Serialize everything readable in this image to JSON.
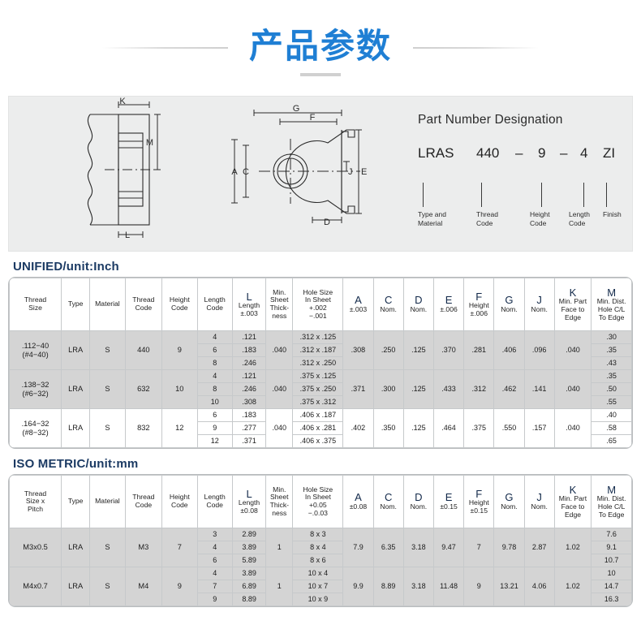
{
  "header": {
    "title": "产品参数"
  },
  "diagram": {
    "side_view_labels": [
      "K",
      "M",
      "L"
    ],
    "top_view_labels": [
      "G",
      "F",
      "A",
      "C",
      "D",
      "E",
      "J"
    ],
    "part_number": {
      "title": "Part Number Designation",
      "segments": [
        {
          "text": "LRAS",
          "label": "Type and\nMaterial"
        },
        {
          "text": "440",
          "label": "Thread\nCode"
        },
        {
          "text": "–",
          "label": ""
        },
        {
          "text": "9",
          "label": "Height\nCode"
        },
        {
          "text": "–",
          "label": ""
        },
        {
          "text": "4",
          "label": "Length\nCode"
        },
        {
          "text": "ZI",
          "label": "Finish"
        }
      ],
      "label_type_material_1": "Type and",
      "label_type_material_2": "Material",
      "label_thread_1": "Thread",
      "label_thread_2": "Code",
      "label_height_1": "Height",
      "label_height_2": "Code",
      "label_length_1": "Length",
      "label_length_2": "Code",
      "label_finish": "Finish"
    }
  },
  "unified": {
    "section_title": "UNIFIED/unit:Inch",
    "headers": {
      "thread_size_1": "Thread",
      "thread_size_2": "Size",
      "type": "Type",
      "material": "Material",
      "thread_code_1": "Thread",
      "thread_code_2": "Code",
      "height_code_1": "Height",
      "height_code_2": "Code",
      "length_code_1": "Length",
      "length_code_2": "Code",
      "L_letter": "L",
      "L_line1": "Length",
      "L_line2": "±.003",
      "minsheet_1": "Min.",
      "minsheet_2": "Sheet",
      "minsheet_3": "Thick-",
      "minsheet_4": "ness",
      "hole_1": "Hole Size",
      "hole_2": "In Sheet",
      "hole_3": "+.002",
      "hole_4": "−.001",
      "A_letter": "A",
      "A_sub": "±.003",
      "C_letter": "C",
      "C_sub": "Nom.",
      "D_letter": "D",
      "D_sub": "Nom.",
      "E_letter": "E",
      "E_sub": "±.006",
      "F_letter": "F",
      "F_sub1": "Height",
      "F_sub2": "±.006",
      "G_letter": "G",
      "G_sub": "Nom.",
      "J_letter": "J",
      "J_sub": "Nom.",
      "K_letter": "K",
      "K_sub1": "Min. Part",
      "K_sub2": "Face to",
      "K_sub3": "Edge",
      "M_letter": "M",
      "M_sub1": "Min. Dist.",
      "M_sub2": "Hole C/L",
      "M_sub3": "To Edge"
    },
    "groups": [
      {
        "thread_size_1": ".112−40",
        "thread_size_2": "(#4−40)",
        "type": "LRA",
        "material": "S",
        "thread_code": "440",
        "height_code": "9",
        "min_sheet": ".040",
        "A": ".308",
        "C": ".250",
        "D": ".125",
        "E": ".370",
        "F": ".281",
        "G": ".406",
        "J": ".096",
        "K": ".040",
        "shaded": true,
        "rows": [
          {
            "length_code": "4",
            "L": ".121",
            "hole": ".312 x .125",
            "M": ".30"
          },
          {
            "length_code": "6",
            "L": ".183",
            "hole": ".312 x .187",
            "M": ".35"
          },
          {
            "length_code": "8",
            "L": ".246",
            "hole": ".312 x .250",
            "M": ".43"
          }
        ]
      },
      {
        "thread_size_1": ".138−32",
        "thread_size_2": "(#6−32)",
        "type": "LRA",
        "material": "S",
        "thread_code": "632",
        "height_code": "10",
        "min_sheet": ".040",
        "A": ".371",
        "C": ".300",
        "D": ".125",
        "E": ".433",
        "F": ".312",
        "G": ".462",
        "J": ".141",
        "K": ".040",
        "shaded": true,
        "rows": [
          {
            "length_code": "4",
            "L": ".121",
            "hole": ".375 x .125",
            "M": ".35"
          },
          {
            "length_code": "8",
            "L": ".246",
            "hole": ".375 x .250",
            "M": ".50"
          },
          {
            "length_code": "10",
            "L": ".308",
            "hole": ".375 x .312",
            "M": ".55"
          }
        ]
      },
      {
        "thread_size_1": ".164−32",
        "thread_size_2": "(#8−32)",
        "type": "LRA",
        "material": "S",
        "thread_code": "832",
        "height_code": "12",
        "min_sheet": ".040",
        "A": ".402",
        "C": ".350",
        "D": ".125",
        "E": ".464",
        "F": ".375",
        "G": ".550",
        "J": ".157",
        "K": ".040",
        "shaded": false,
        "rows": [
          {
            "length_code": "6",
            "L": ".183",
            "hole": ".406 x .187",
            "M": ".40"
          },
          {
            "length_code": "9",
            "L": ".277",
            "hole": ".406 x .281",
            "M": ".58"
          },
          {
            "length_code": "12",
            "L": ".371",
            "hole": ".406 x .375",
            "M": ".65"
          }
        ]
      }
    ]
  },
  "metric": {
    "section_title": "ISO METRIC/unit:mm",
    "headers": {
      "thread_size_1": "Thread",
      "thread_size_2": "Size x",
      "thread_size_3": "Pitch",
      "type": "Type",
      "material": "Material",
      "thread_code_1": "Thread",
      "thread_code_2": "Code",
      "height_code_1": "Height",
      "height_code_2": "Code",
      "length_code_1": "Length",
      "length_code_2": "Code",
      "L_letter": "L",
      "L_line1": "Length",
      "L_line2": "±0.08",
      "minsheet_1": "Min.",
      "minsheet_2": "Sheet",
      "minsheet_3": "Thick-",
      "minsheet_4": "ness",
      "hole_1": "Hole Size",
      "hole_2": "In Sheet",
      "hole_3": "+0.05",
      "hole_4": "−.0.03",
      "A_letter": "A",
      "A_sub": "±0.08",
      "C_letter": "C",
      "C_sub": "Nom.",
      "D_letter": "D",
      "D_sub": "Nom.",
      "E_letter": "E",
      "E_sub": "±0.15",
      "F_letter": "F",
      "F_sub1": "Height",
      "F_sub2": "±0.15",
      "G_letter": "G",
      "G_sub": "Nom.",
      "J_letter": "J",
      "J_sub": "Nom.",
      "K_letter": "K",
      "K_sub1": "Min. Part",
      "K_sub2": "Face to",
      "K_sub3": "Edge",
      "M_letter": "M",
      "M_sub1": "Min. Dist.",
      "M_sub2": "Hole C/L",
      "M_sub3": "To Edge"
    },
    "groups": [
      {
        "thread_size_1": "M3x0.5",
        "thread_size_2": "",
        "type": "LRA",
        "material": "S",
        "thread_code": "M3",
        "height_code": "7",
        "min_sheet": "1",
        "A": "7.9",
        "C": "6.35",
        "D": "3.18",
        "E": "9.47",
        "F": "7",
        "G": "9.78",
        "J": "2.87",
        "K": "1.02",
        "shaded": true,
        "rows": [
          {
            "length_code": "3",
            "L": "2.89",
            "hole": "8 x 3",
            "M": "7.6"
          },
          {
            "length_code": "4",
            "L": "3.89",
            "hole": "8 x 4",
            "M": "9.1"
          },
          {
            "length_code": "6",
            "L": "5.89",
            "hole": "8 x 6",
            "M": "10.7"
          }
        ]
      },
      {
        "thread_size_1": "M4x0.7",
        "thread_size_2": "",
        "type": "LRA",
        "material": "S",
        "thread_code": "M4",
        "height_code": "9",
        "min_sheet": "1",
        "A": "9.9",
        "C": "8.89",
        "D": "3.18",
        "E": "11.48",
        "F": "9",
        "G": "13.21",
        "J": "4.06",
        "K": "1.02",
        "shaded": true,
        "rows": [
          {
            "length_code": "4",
            "L": "3.89",
            "hole": "10 x 4",
            "M": "10"
          },
          {
            "length_code": "7",
            "L": "6.89",
            "hole": "10 x 7",
            "M": "14.7"
          },
          {
            "length_code": "9",
            "L": "8.89",
            "hole": "10 x 9",
            "M": "16.3"
          }
        ]
      }
    ]
  }
}
